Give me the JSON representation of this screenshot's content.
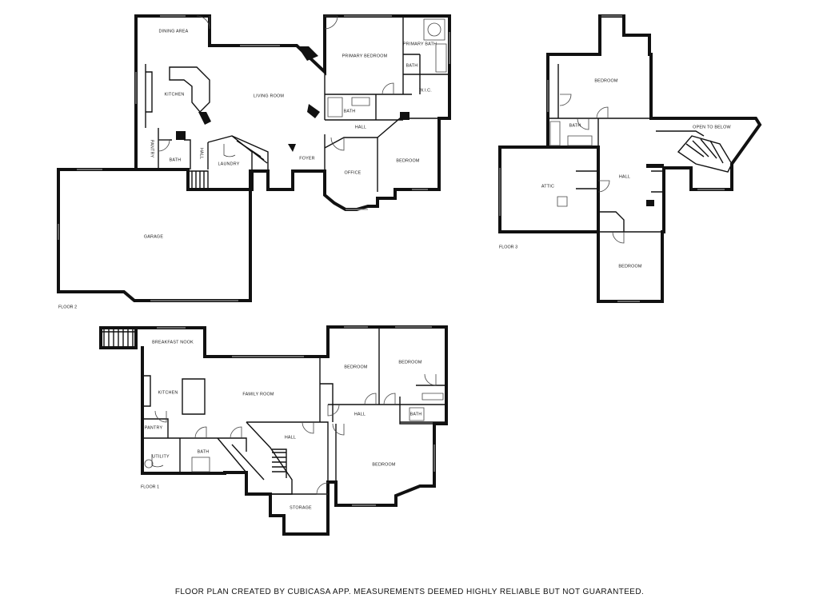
{
  "floors": [
    {
      "name": "FLOOR 2",
      "rooms": [
        "DINING AREA",
        "KITCHEN",
        "PANTRY",
        "BATH",
        "HALL",
        "LAUNDRY",
        "LIVING ROOM",
        "FOYER",
        "PRIMARY BEDROOM",
        "PRIMARY BATH",
        "BATH",
        "W.I.C.",
        "BATH",
        "HALL",
        "OFFICE",
        "BEDROOM",
        "GARAGE"
      ]
    },
    {
      "name": "FLOOR 3",
      "rooms": [
        "BEDROOM",
        "BATH",
        "OPEN TO BELOW",
        "ATTIC",
        "HALL",
        "BEDROOM"
      ]
    },
    {
      "name": "FLOOR 1",
      "rooms": [
        "BREAKFAST NOOK",
        "KITCHEN",
        "FAMILY ROOM",
        "BEDROOM",
        "BEDROOM",
        "HALL",
        "BATH",
        "PANTRY",
        "HALL",
        "UTILITY",
        "BATH",
        "BEDROOM",
        "STORAGE"
      ]
    }
  ],
  "footer": "FLOOR PLAN CREATED BY CUBICASA APP. MEASUREMENTS DEEMED HIGHLY RELIABLE BUT NOT GUARANTEED."
}
